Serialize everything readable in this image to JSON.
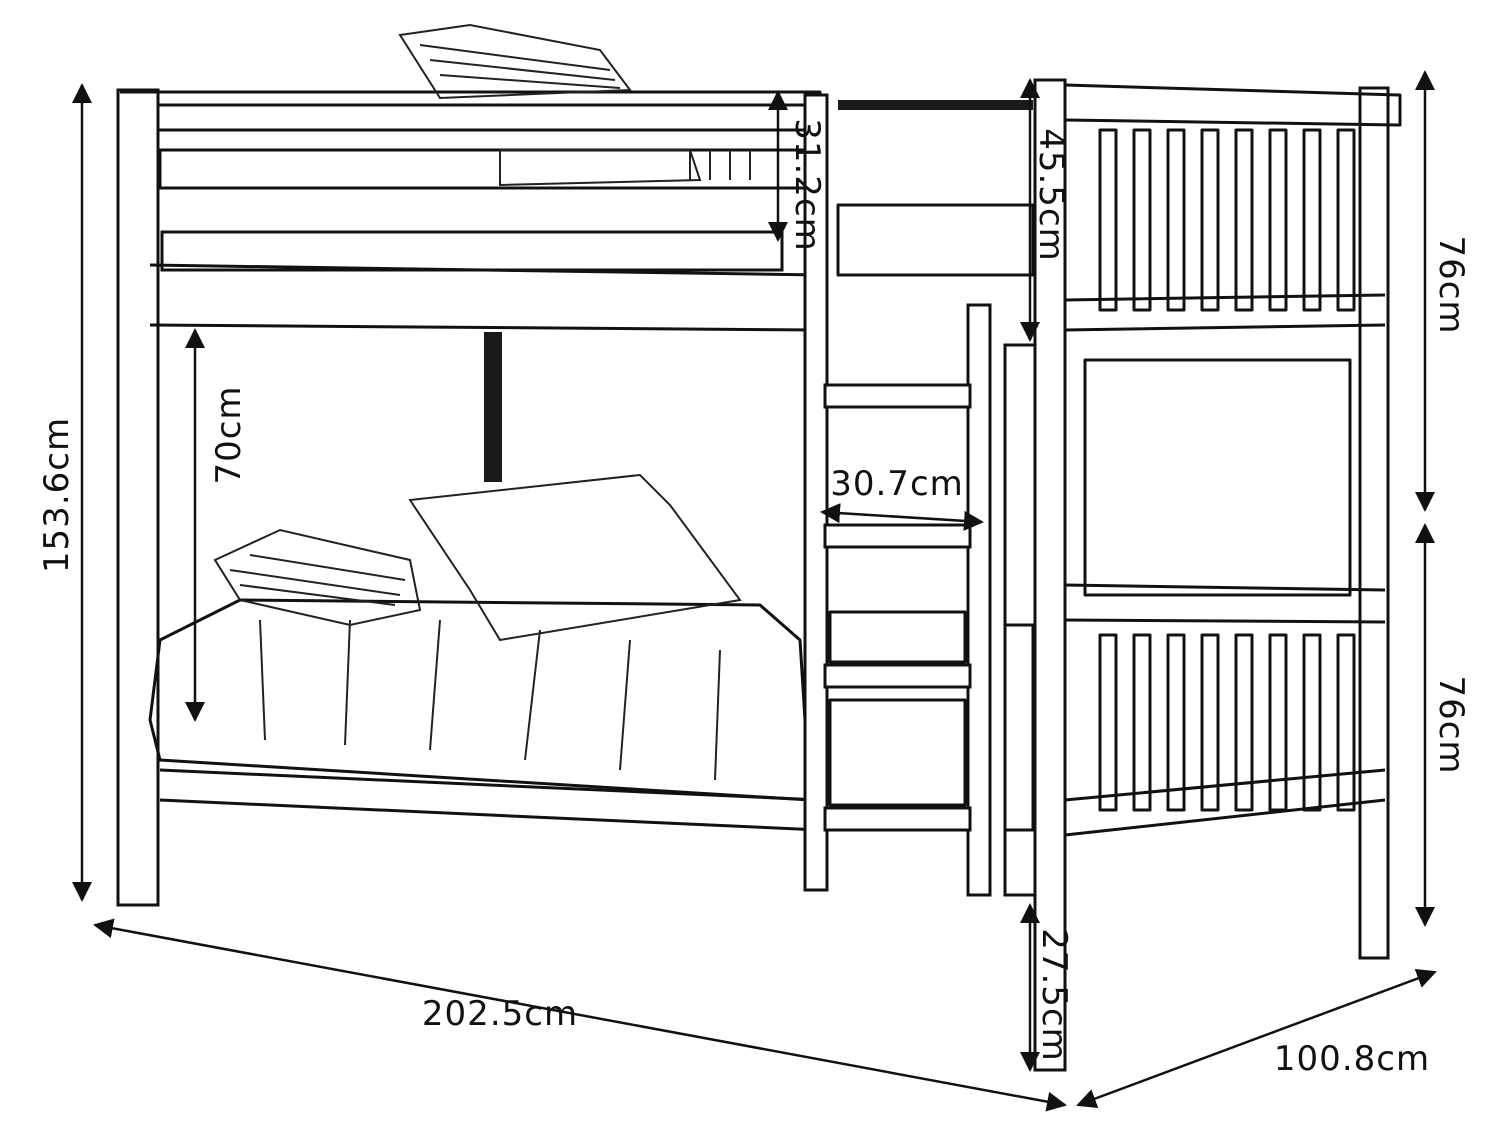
{
  "dimensions": {
    "total_height": "153.6cm",
    "lower_clearance": "70cm",
    "top_guard_height": "31.2cm",
    "upper_headboard_gap": "45.5cm",
    "upper_end_height": "76cm",
    "lower_end_height": "76cm",
    "ladder_width": "30.7cm",
    "floor_clearance": "27.5cm",
    "length": "202.5cm",
    "width": "100.8cm"
  }
}
